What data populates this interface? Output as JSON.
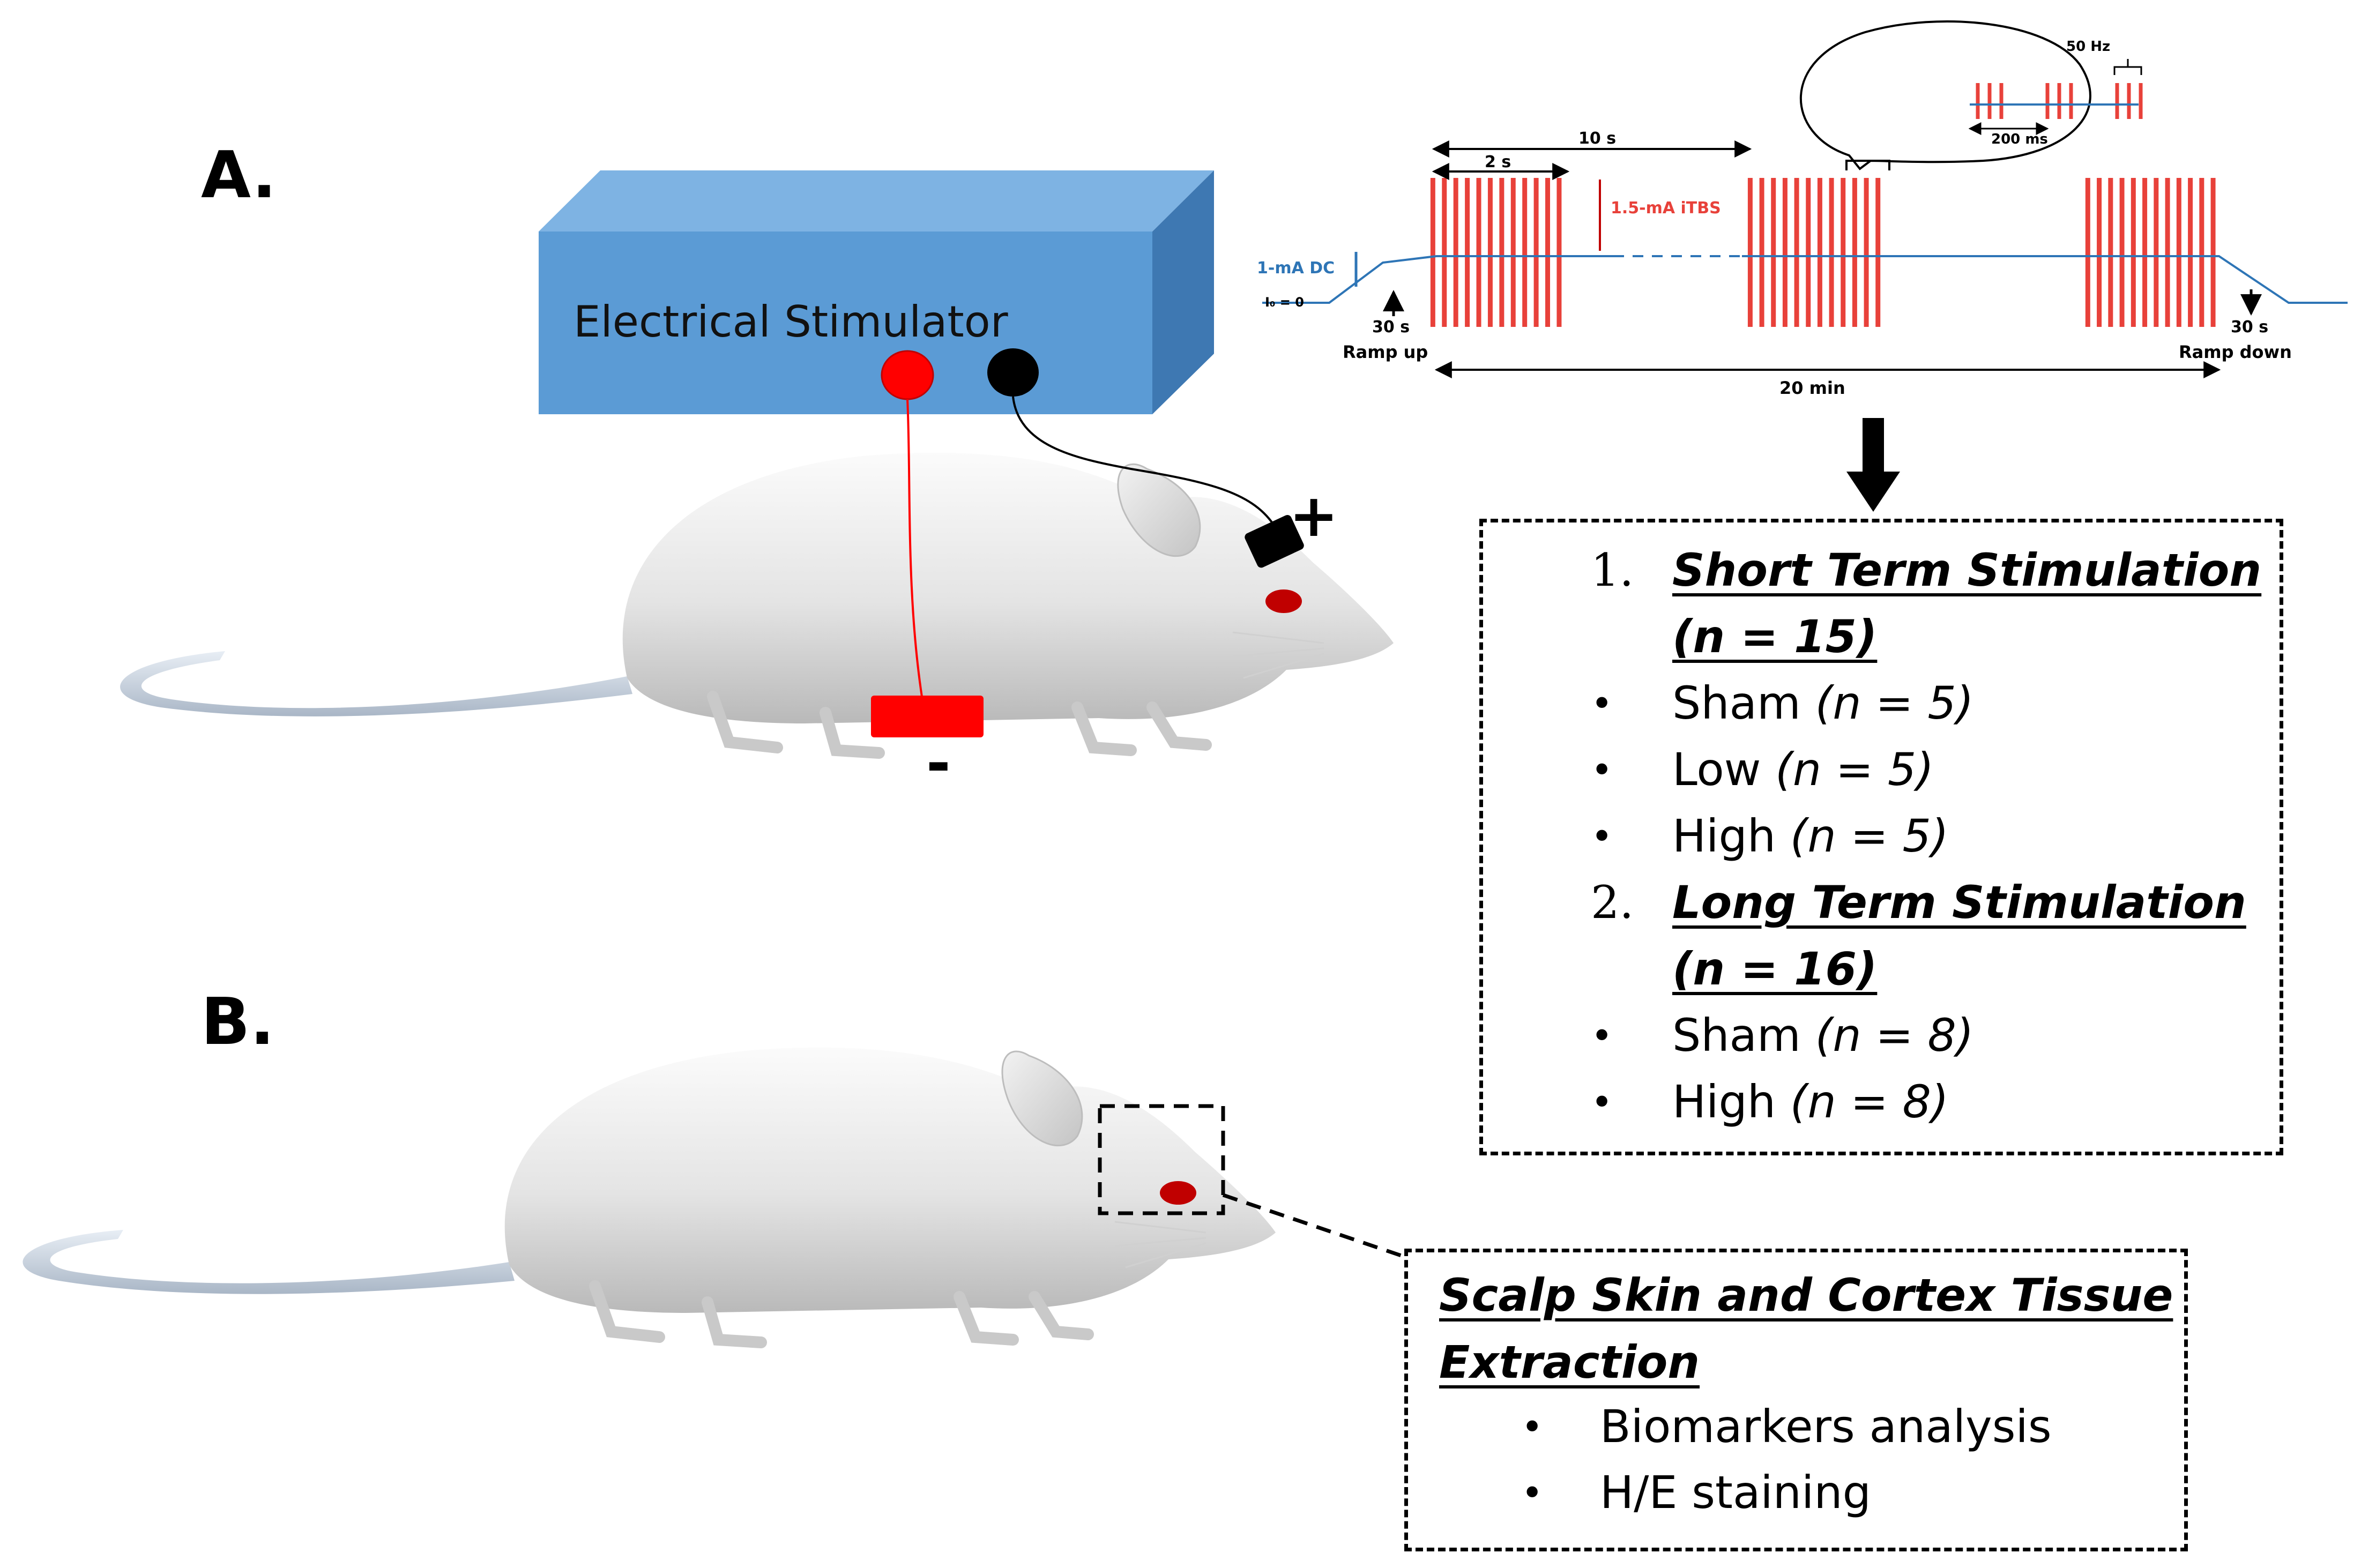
{
  "panels": {
    "a": "A.",
    "b": "B."
  },
  "stimulator": {
    "label": "Electrical Stimulator",
    "color": "#5b9bd5",
    "top_color": "#7eb3e3",
    "side_color": "#3e78b2"
  },
  "electrodes": {
    "anode_sign": "+",
    "cathode_sign": "-",
    "red": "#ff0000",
    "black": "#000000"
  },
  "waveform": {
    "train_duration": "10 s",
    "burst_duration": "2 s",
    "itbs_amplitude": "1.5-mA iTBS",
    "dc_level": "1-mA DC",
    "baseline": "I₀ = 0",
    "ramp_up_time": "30 s",
    "ramp_up": "Ramp up",
    "ramp_down_time": "30 s",
    "ramp_down": "Ramp down",
    "total_duration": "20 min",
    "inset_frequency": "50 Hz",
    "inset_interval": "200 ms",
    "pulse_color": "#e8413a",
    "dc_color": "#2e75b6"
  },
  "groups": {
    "short": {
      "num": "1.",
      "title": "Short Term Stimulation",
      "count": "(n = 15)",
      "items": [
        {
          "name": "Sham",
          "n": "(n = 5)"
        },
        {
          "name": "Low",
          "n": "(n = 5)"
        },
        {
          "name": "High",
          "n": "(n = 5)"
        }
      ]
    },
    "long": {
      "num": "2.",
      "title": "Long Term Stimulation",
      "count": "(n = 16)",
      "items": [
        {
          "name": "Sham",
          "n": "(n = 8)"
        },
        {
          "name": "High",
          "n": "(n = 8)"
        }
      ]
    }
  },
  "extraction": {
    "title_line1": "Scalp Skin and Cortex Tissue",
    "title_line2": "Extraction",
    "items": [
      "Biomarkers analysis",
      "H/E staining"
    ]
  },
  "bullet": "•"
}
